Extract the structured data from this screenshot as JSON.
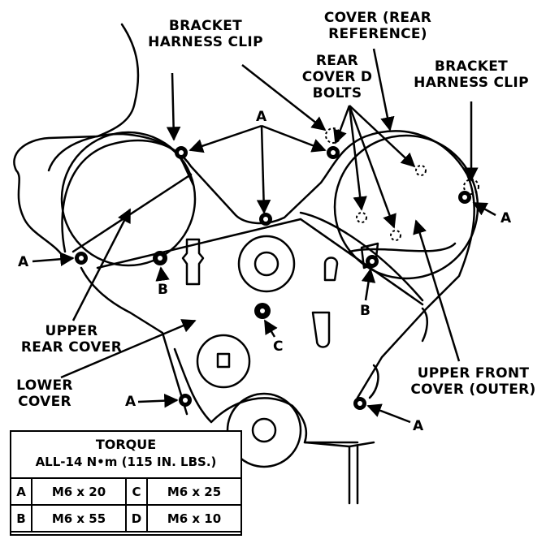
{
  "labels": {
    "bracket_harness_clip_left": [
      "BRACKET",
      "HARNESS CLIP"
    ],
    "cover_rear_reference": [
      "COVER (REAR",
      "REFERENCE)"
    ],
    "rear_cover_d_bolts": [
      "REAR",
      "COVER D",
      "BOLTS"
    ],
    "bracket_harness_clip_right": [
      "BRACKET",
      "HARNESS CLIP"
    ],
    "upper_rear_cover": [
      "UPPER",
      "REAR COVER"
    ],
    "lower_cover": [
      "LOWER",
      "COVER"
    ],
    "upper_front_cover_outer": [
      "UPPER FRONT",
      "COVER (OUTER)"
    ]
  },
  "callout_letters": {
    "a_top": "A",
    "a_left": "A",
    "a_right": "A",
    "a_bottom_left": "A",
    "a_bottom_right": "A",
    "b_left": "B",
    "b_right": "B",
    "c": "C"
  },
  "torque_table": {
    "title": "TORQUE",
    "subtitle": "ALL-14 N•m (115 IN. LBS.)",
    "rows": [
      [
        "A",
        "M6 x 20",
        "C",
        "M6 x 25"
      ],
      [
        "B",
        "M6 x 55",
        "D",
        "M6 x 10"
      ]
    ]
  }
}
